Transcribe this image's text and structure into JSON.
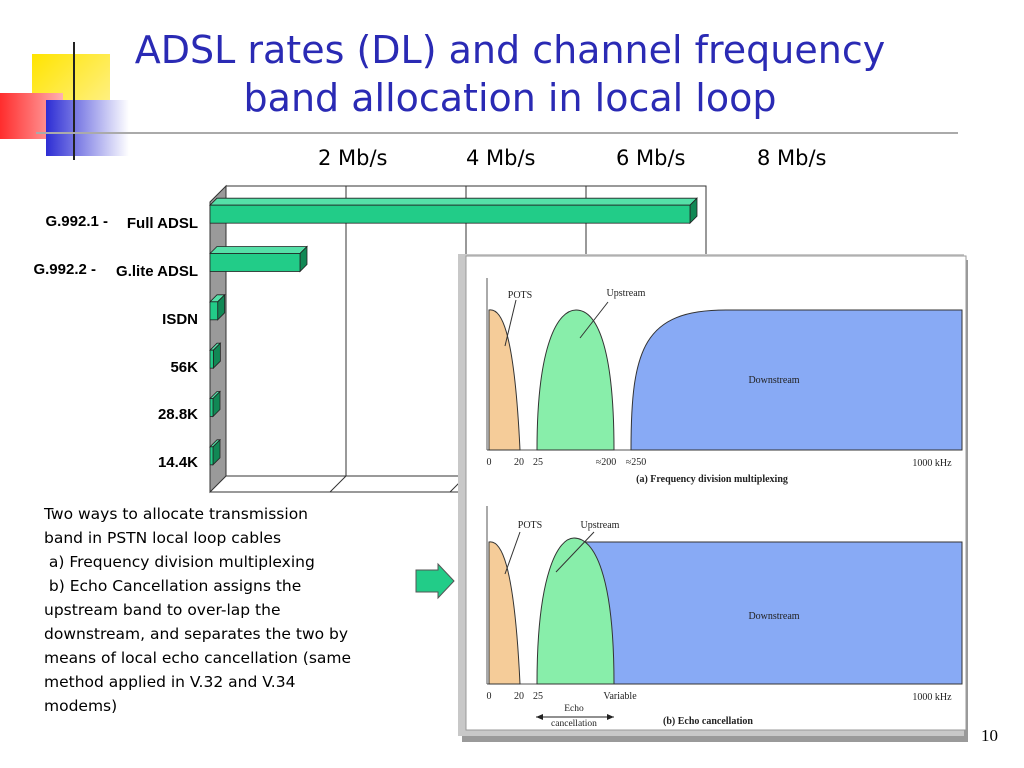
{
  "slide": {
    "title_line1": "ADSL rates (DL) and channel frequency",
    "title_line2": "band allocation in local loop",
    "page_number": "10"
  },
  "colors": {
    "title": "#2a2ab4",
    "bar_face": "#22cc88",
    "pots": "#f5cc99",
    "upstream": "#88eeaa",
    "downstream": "#88aaf5"
  },
  "chart_data": {
    "type": "bar",
    "orientation": "horizontal",
    "rate_labels": [
      "2 Mb/s",
      "4 Mb/s",
      "6 Mb/s",
      "8 Mb/s"
    ],
    "categories": [
      {
        "prefix": "G.992.1 -",
        "label": "Full ADSL"
      },
      {
        "prefix": "G.992.2 -",
        "label": "G.lite ADSL"
      },
      {
        "prefix": "",
        "label": "ISDN"
      },
      {
        "prefix": "",
        "label": "56K"
      },
      {
        "prefix": "",
        "label": "28.8K"
      },
      {
        "prefix": "",
        "label": "14.4K"
      }
    ],
    "values_mbps": [
      8,
      1.5,
      0.128,
      0.056,
      0.0288,
      0.0144
    ],
    "xlim": [
      0,
      8
    ],
    "grid": true
  },
  "description": {
    "lines": [
      "Two ways to allocate transmission",
      "band in PSTN local loop cables",
      " a) Frequency division multiplexing",
      " b) Echo Cancellation assigns the",
      "upstream band to over-lap the",
      "downstream, and separates the two by",
      "means of local echo cancellation (same",
      "method applied in V.32 and V.34",
      "modems)"
    ]
  },
  "figure": {
    "panel_a": {
      "pots": "POTS",
      "upstream": "Upstream",
      "downstream": "Downstream",
      "ticks": [
        "0",
        "20",
        "25",
        "≈200",
        "≈250",
        "1000 kHz"
      ],
      "caption": "(a) Frequency division multiplexing"
    },
    "panel_b": {
      "pots": "POTS",
      "upstream": "Upstream",
      "downstream": "Downstream",
      "ticks": [
        "0",
        "20",
        "25",
        "Variable",
        "1000 kHz"
      ],
      "echo_label_1": "Echo",
      "echo_label_2": "cancellation",
      "caption": "(b) Echo cancellation"
    }
  }
}
